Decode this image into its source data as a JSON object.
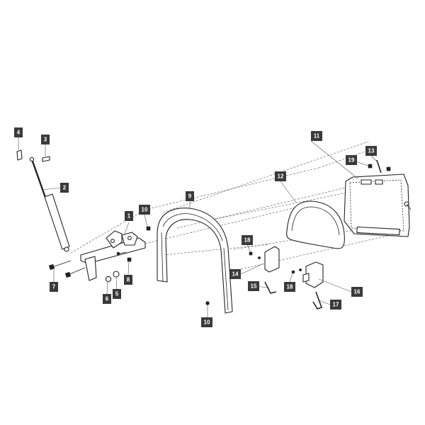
{
  "callouts": [
    {
      "id": "c1",
      "label": "1"
    },
    {
      "id": "c2",
      "label": "2"
    },
    {
      "id": "c3",
      "label": "3"
    },
    {
      "id": "c4",
      "label": "4"
    },
    {
      "id": "c5",
      "label": "5"
    },
    {
      "id": "c6",
      "label": "6"
    },
    {
      "id": "c7",
      "label": "7"
    },
    {
      "id": "c8",
      "label": "8"
    },
    {
      "id": "c9",
      "label": "9"
    },
    {
      "id": "c10a",
      "label": "10"
    },
    {
      "id": "c10b",
      "label": "10"
    },
    {
      "id": "c11",
      "label": "11"
    },
    {
      "id": "c12",
      "label": "12"
    },
    {
      "id": "c13",
      "label": "13"
    },
    {
      "id": "c14",
      "label": "14"
    },
    {
      "id": "c15",
      "label": "15"
    },
    {
      "id": "c16",
      "label": "16"
    },
    {
      "id": "c17",
      "label": "17"
    },
    {
      "id": "c18a",
      "label": "18"
    },
    {
      "id": "c18b",
      "label": "18"
    },
    {
      "id": "c19",
      "label": "19"
    }
  ]
}
